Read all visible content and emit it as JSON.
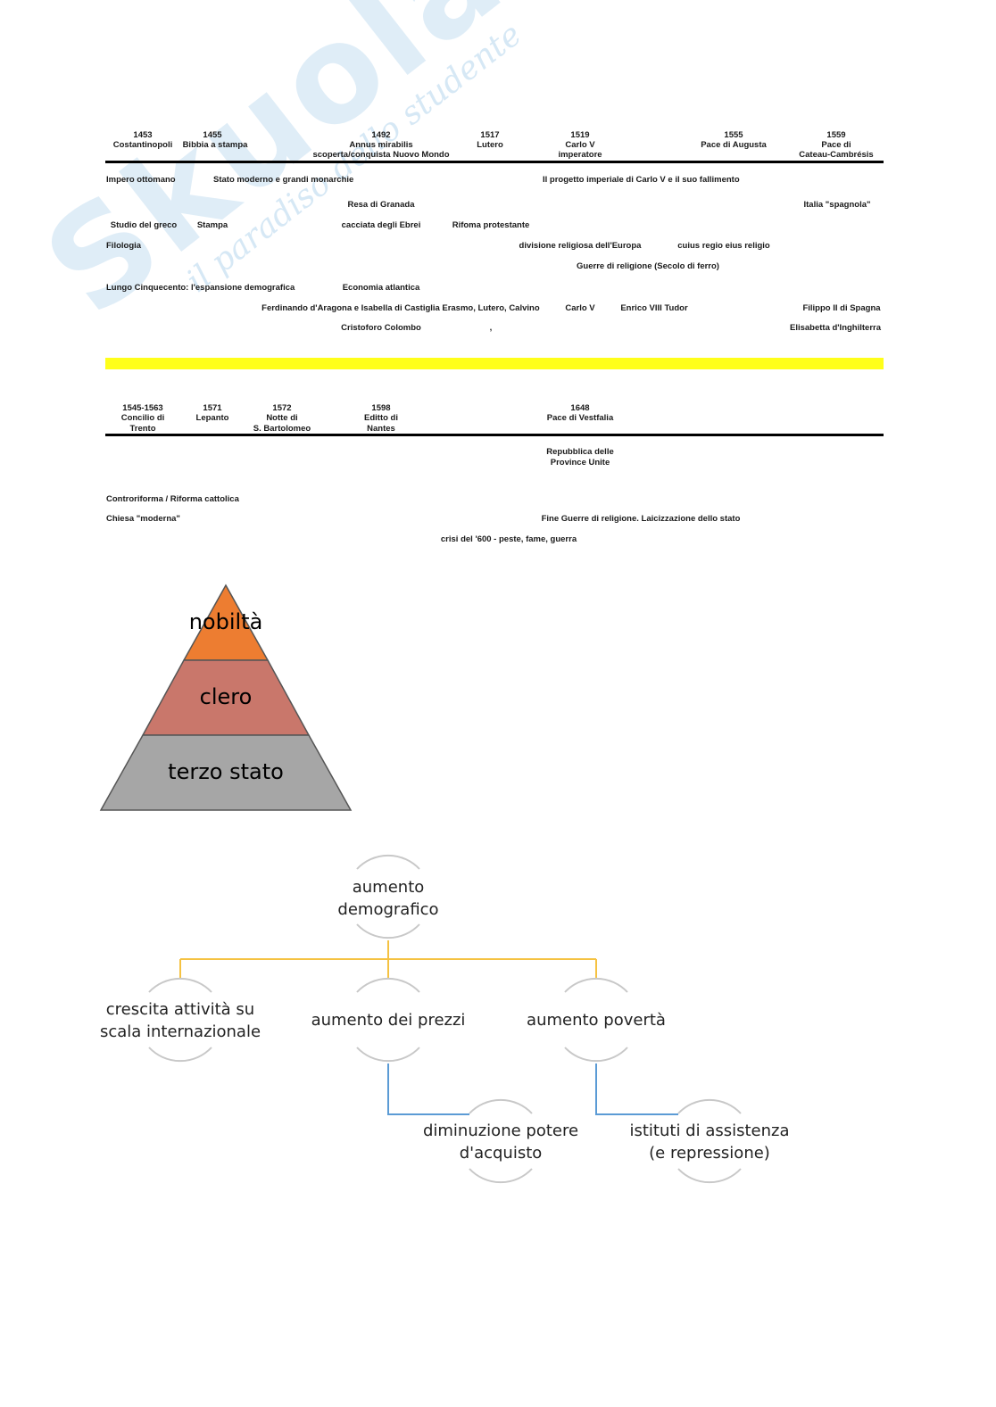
{
  "watermark": {
    "brand": "Skuola.net",
    "tagline": "il paradiso dello studente"
  },
  "timeline1": {
    "events": [
      {
        "year": "1453",
        "label": "Costantinopoli"
      },
      {
        "year": "1455",
        "label": "Bibbia a stampa"
      },
      {
        "year": "1492",
        "label": "Annus mirabilis",
        "label2": "scoperta/conquista Nuovo Mondo"
      },
      {
        "year": "1517",
        "label": "Lutero"
      },
      {
        "year": "1519",
        "label": "Carlo V",
        "label2": "imperatore"
      },
      {
        "year": "1555",
        "label": "Pace di Augusta"
      },
      {
        "year": "1559",
        "label": "Pace di",
        "label2": "Cateau-Cambrésis"
      }
    ],
    "notes": [
      "Impero ottomano",
      "Stato moderno e grandi monarchie",
      "Il progetto imperiale di Carlo V e il suo fallimento",
      "Resa di Granada",
      "Italia \"spagnola\"",
      "Studio del greco",
      "Stampa",
      "cacciata degli Ebrei",
      "Rifoma protestante",
      "Filologia",
      "divisione religiosa dell'Europa",
      "cuius regio eius religio",
      "Guerre di religione (Secolo di ferro)",
      "Lungo Cinquecento: l'espansione demografica",
      "Economia atlantica",
      "Ferdinando d'Aragona e Isabella di Castiglia",
      "Erasmo, Lutero, Calvino",
      "Carlo V",
      "Enrico VIII Tudor",
      "Filippo II di Spagna",
      "Cristoforo Colombo",
      ",",
      "Elisabetta d'Inghilterra"
    ]
  },
  "timeline2": {
    "events": [
      {
        "year": "1545-1563",
        "label": "Concilio di",
        "label2": "Trento"
      },
      {
        "year": "1571",
        "label": "Lepanto"
      },
      {
        "year": "1572",
        "label": "Notte di",
        "label2": "S. Bartolomeo"
      },
      {
        "year": "1598",
        "label": "Editto di",
        "label2": "Nantes"
      },
      {
        "year": "1648",
        "label": "Pace di Vestfalia"
      }
    ],
    "notes": [
      "Repubblica delle",
      "Province Unite",
      "Controriforma / Riforma cattolica",
      "Chiesa \"moderna\"",
      "Fine Guerre di religione. Laicizzazione dello stato",
      "crisi del '600 - peste, fame, guerra"
    ]
  },
  "pyramid": {
    "levels": [
      "nobiltà",
      "clero",
      "terzo stato"
    ],
    "colors": [
      "#ed7d31",
      "#c9776b",
      "#a6a6a6"
    ]
  },
  "diagram": {
    "root": [
      "aumento",
      "demografico"
    ],
    "children": [
      [
        "crescita attività su",
        "scala internazionale"
      ],
      [
        "aumento dei prezzi"
      ],
      [
        "aumento povertà"
      ]
    ],
    "grandchildren": [
      [
        "diminuzione potere",
        "d'acquisto"
      ],
      [
        "istituti di assistenza",
        "(e repressione)"
      ]
    ],
    "colors": {
      "main_connector": "#f5c242",
      "sub_connector": "#5b9bd5",
      "arc": "#c8c8c8"
    }
  }
}
